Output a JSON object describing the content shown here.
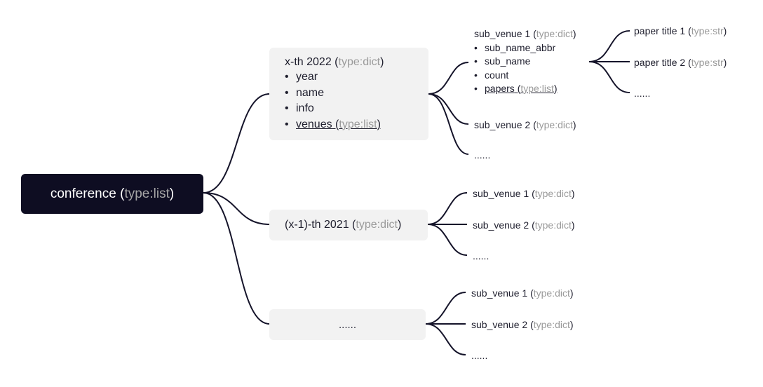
{
  "root": {
    "name": "conference",
    "type_label": "type:list"
  },
  "branch_top": {
    "title": "x-th 2022",
    "type_label": "type:dict",
    "fields": [
      "year",
      "name",
      "info"
    ],
    "list_field": "venues",
    "list_type": "type:list",
    "children": {
      "first": {
        "name": "sub_venue 1",
        "type_label": "type:dict",
        "fields": [
          "sub_name_abbr",
          "sub_name",
          "count"
        ],
        "list_field": "papers",
        "list_type": "type:list",
        "papers": [
          {
            "name": "paper title 1",
            "type_label": "type:str"
          },
          {
            "name": "paper title 2",
            "type_label": "type:str"
          }
        ],
        "more": "......"
      },
      "second": {
        "name": "sub_venue 2",
        "type_label": "type:dict"
      },
      "more": "......"
    }
  },
  "branch_middle": {
    "title": "(x-1)-th 2021",
    "type_label": "type:dict",
    "children": [
      {
        "name": "sub_venue 1",
        "type_label": "type:dict"
      },
      {
        "name": "sub_venue 2",
        "type_label": "type:dict"
      }
    ],
    "more": "......"
  },
  "branch_bottom": {
    "title": "......",
    "children": [
      {
        "name": "sub_venue 1",
        "type_label": "type:dict"
      },
      {
        "name": "sub_venue 2",
        "type_label": "type:dict"
      }
    ],
    "more": "......"
  },
  "colors": {
    "root_bg": "#0e0d22",
    "node_bg": "#f2f2f2",
    "edge": "#15142a",
    "type_text": "#9a9a9a"
  }
}
